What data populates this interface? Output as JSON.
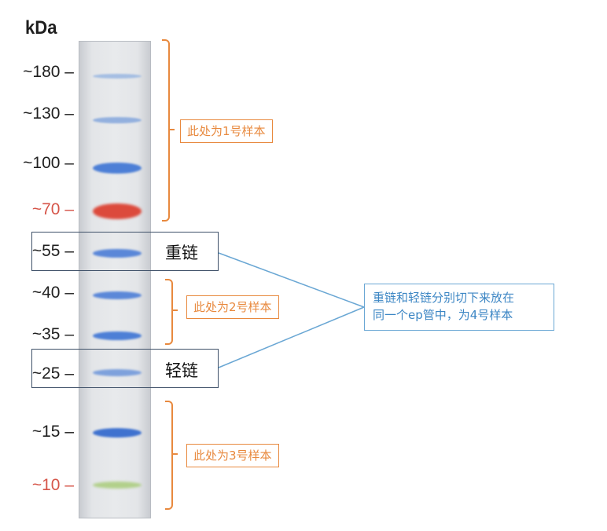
{
  "unit_label": "kDa",
  "markers": [
    {
      "label": "~180 –",
      "color": "#1f1f1f"
    },
    {
      "label": "~130 –",
      "color": "#1f1f1f"
    },
    {
      "label": "~100 –",
      "color": "#1f1f1f"
    },
    {
      "label": "~70 –",
      "color": "#d6564a"
    },
    {
      "label": "~55 –",
      "color": "#1f1f1f"
    },
    {
      "label": "~40 –",
      "color": "#1f1f1f"
    },
    {
      "label": "~35 –",
      "color": "#1f1f1f"
    },
    {
      "label": "~25 –",
      "color": "#1f1f1f"
    },
    {
      "label": "~15 –",
      "color": "#1f1f1f"
    },
    {
      "label": "~10 –",
      "color": "#d6564a"
    }
  ],
  "band_colors": {
    "blue": "#4d7fd6",
    "red": "#dc4a3c",
    "green": "#a9cc7a"
  },
  "sample_labels": {
    "sample1": "此处为1号样本",
    "sample2": "此处为2号样本",
    "sample3": "此处为3号样本"
  },
  "chain_labels": {
    "heavy": "重链",
    "light": "轻链"
  },
  "note": {
    "line1": "重链和轻链分别切下来放在",
    "line2": "同一个ep管中，为4号样本"
  },
  "colors": {
    "orange": "#e8893e",
    "dark_box": "#3e5068",
    "note_blue": "#3c86c4"
  }
}
